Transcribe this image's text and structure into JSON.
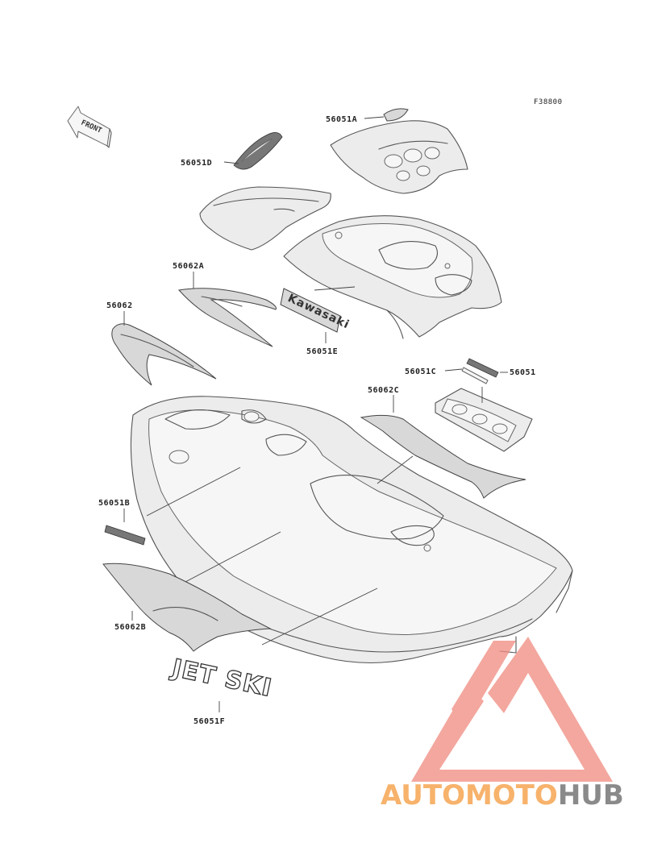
{
  "diagram": {
    "figure_code": "F38800",
    "front_label": "FRONT",
    "labels": {
      "p56051A": "56051A",
      "p56051D": "56051D",
      "p56062A": "56062A",
      "p56062": "56062",
      "p56051E": "56051E",
      "p56051C": "56051C",
      "p56051": "56051",
      "p56062C": "56062C",
      "p56051B": "56051B",
      "p56062B": "56062B",
      "p56051F": "56051F"
    },
    "decal_text": {
      "kawasaki": "Kawasaki",
      "jetski": "JET SKI"
    }
  },
  "watermark": {
    "part1": "AUTOMOTO",
    "part2": "HUB",
    "color1": "#f7b26b",
    "color2": "#8a8a8a",
    "logo_color": "#f08a7e"
  }
}
